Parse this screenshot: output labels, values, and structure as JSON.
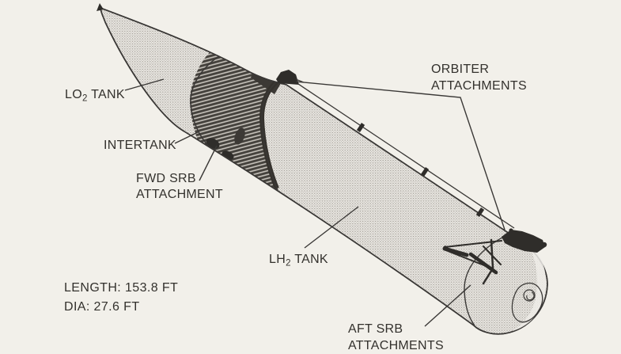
{
  "diagram": {
    "labels": {
      "lo2": {
        "pre": "LO",
        "sub": "2",
        "post": " TANK"
      },
      "intertank": "INTERTANK",
      "fwd_srb": {
        "line1": "FWD SRB",
        "line2": "ATTACHMENT"
      },
      "lh2": {
        "pre": "LH",
        "sub": "2",
        "post": " TANK"
      },
      "orbiter": {
        "line1": "ORBITER",
        "line2": "ATTACHMENTS"
      },
      "aft_srb": {
        "line1": "AFT SRB",
        "line2": "ATTACHMENTS"
      }
    },
    "dimensions": {
      "length": "LENGTH: 153.8 FT",
      "diameter": "DIA: 27.6 FT"
    },
    "colors": {
      "paper": "#f2f0ea",
      "ink": "#3a3836",
      "tank_fill": "#d8d5cf",
      "intertank_dark": "#45423d",
      "text": "#33312d"
    }
  }
}
